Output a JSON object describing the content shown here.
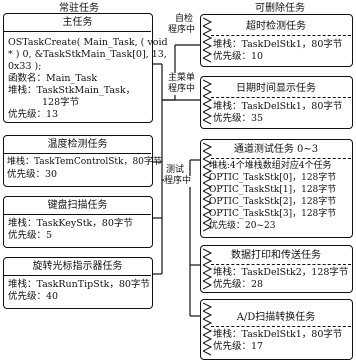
{
  "headers": {
    "resident": "常驻任务",
    "deletable": "可删除任务"
  },
  "resident_tasks": {
    "main": {
      "title": "主任务",
      "lines": [
        "OSTaskCreate( Main_Task, ( void",
        "* ) 0, &TaskStkMain_Task[0], 13,",
        "0x33 );",
        "函数名：Main_Task",
        "堆栈：TaskStkMain_Task，",
        "128字节",
        "优先级：13"
      ]
    },
    "temp": {
      "title": "温度检测任务",
      "lines": [
        "堆栈：TaskTemControlStk，80字节",
        "优先级：30"
      ]
    },
    "keyboard": {
      "title": "键盘扫描任务",
      "lines": [
        "堆栈：TaskKeyStk，80字节",
        "优先级：5"
      ]
    },
    "encoder": {
      "title": "旋转光标指示器任务",
      "lines": [
        "堆栈：TaskRunTipStk，80字节",
        "优先级：40"
      ]
    }
  },
  "connector_labels": {
    "self_check": [
      "自检",
      "程序中"
    ],
    "main_menu": [
      "主菜单",
      "程序中"
    ],
    "test": [
      "测试",
      "程序中"
    ]
  },
  "deletable_tasks": {
    "timeout": {
      "title": "超时检测任务",
      "lines": [
        "堆栈：TaskDelStk1，80字节",
        "优先级：10"
      ]
    },
    "datetime": {
      "title": "日期时间显示任务",
      "lines": [
        "堆栈：TaskDelStk1，80字节",
        "优先级：35"
      ]
    },
    "comm_test": {
      "title": "通道测试任务 0~3",
      "lines": [
        "堆栈:4个堆栈数组对应4个任务",
        "OPTIC_TaskStk[0]，128字节",
        "OPTIC_TaskStk[1]，128字节",
        "OPTIC_TaskStk[2]，128字节",
        "OPTIC_TaskStk[3]，128字节",
        "优先级：20~23"
      ]
    },
    "print": {
      "title": "数据打印和传送任务",
      "lines": [
        "堆栈：TaskDelStk2，128字节",
        "优先级：28"
      ]
    },
    "adc": {
      "title": "A/D扫描转换任务",
      "lines": [
        "堆栈：TaskDelStk1，80字节",
        "优先级：17"
      ]
    }
  }
}
